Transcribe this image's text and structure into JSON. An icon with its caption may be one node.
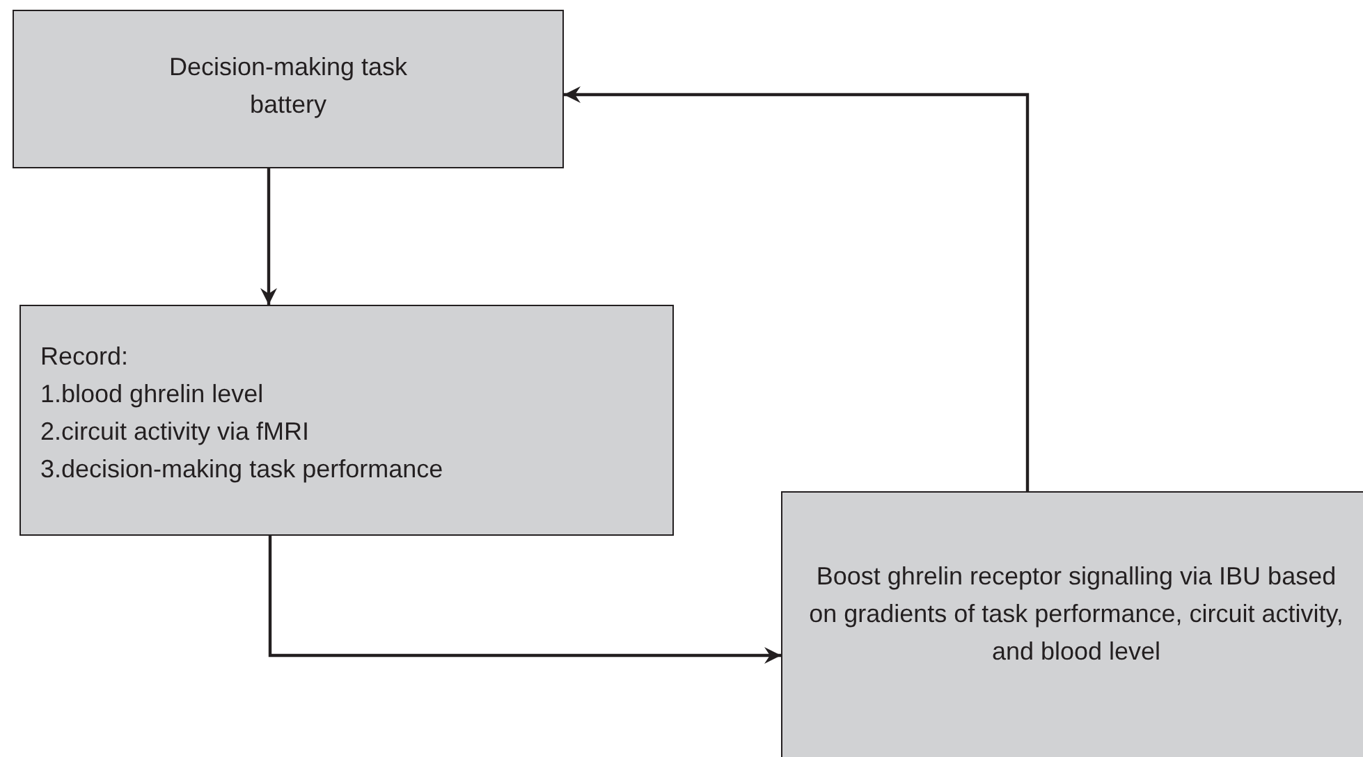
{
  "diagram": {
    "nodes": [
      {
        "text": [
          "Decision-making task battery"
        ]
      },
      {
        "text": [
          "Record:",
          "1.blood ghrelin level",
          "2.circuit activity via fMRI",
          "3.decision-making task performance"
        ]
      },
      {
        "text": [
          "Boost ghrelin receptor signalling via IBU based on gradients of task performance, circuit activity, and blood level"
        ]
      }
    ],
    "edges": [
      {
        "from": 0,
        "to": 1,
        "arrow": "to"
      },
      {
        "from": 1,
        "to": 2,
        "arrow": "to"
      },
      {
        "from": 2,
        "to": 0,
        "arrow": "to"
      }
    ]
  }
}
